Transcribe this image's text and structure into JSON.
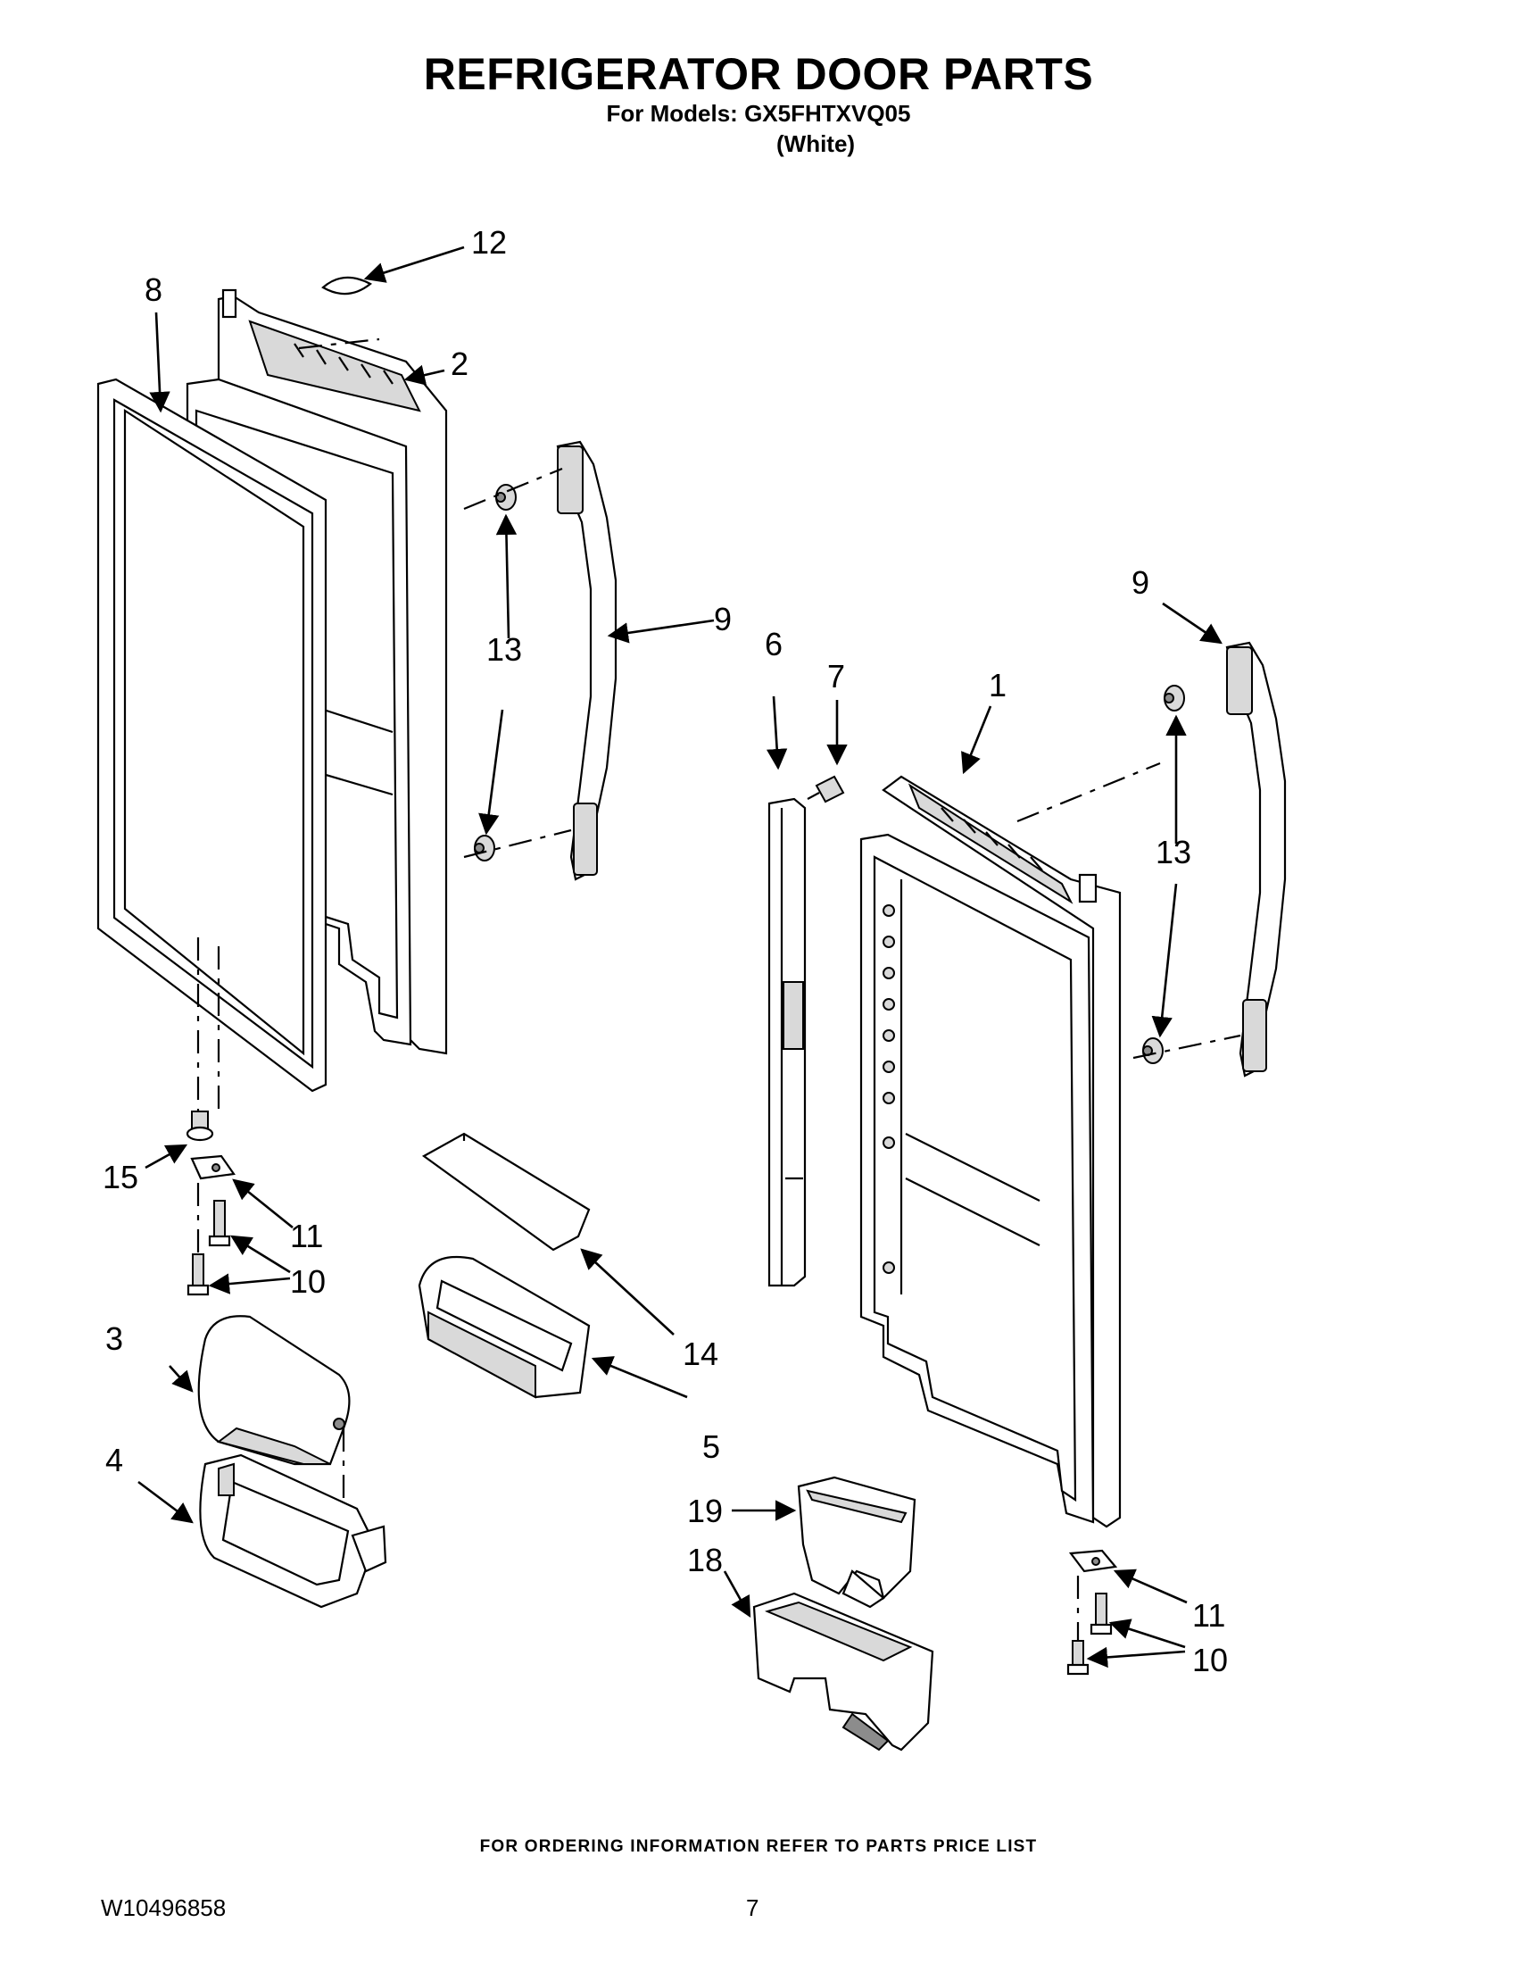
{
  "header": {
    "title": "REFRIGERATOR DOOR PARTS",
    "models_line": "For Models: GX5FHTXVQ05",
    "color_note": "(White)"
  },
  "callouts": {
    "c1": "1",
    "c2": "2",
    "c3": "3",
    "c4": "4",
    "c5": "5",
    "c6": "6",
    "c7": "7",
    "c8": "8",
    "c9_left": "9",
    "c9_right": "9",
    "c10_left": "10",
    "c10_right": "10",
    "c11_left": "11",
    "c11_right": "11",
    "c12": "12",
    "c13_left": "13",
    "c13_right": "13",
    "c14": "14",
    "c15": "15",
    "c18": "18",
    "c19": "19"
  },
  "footer": {
    "ordering_note": "FOR ORDERING INFORMATION REFER TO PARTS PRICE LIST",
    "doc_number": "W10496858",
    "page_number": "7"
  }
}
